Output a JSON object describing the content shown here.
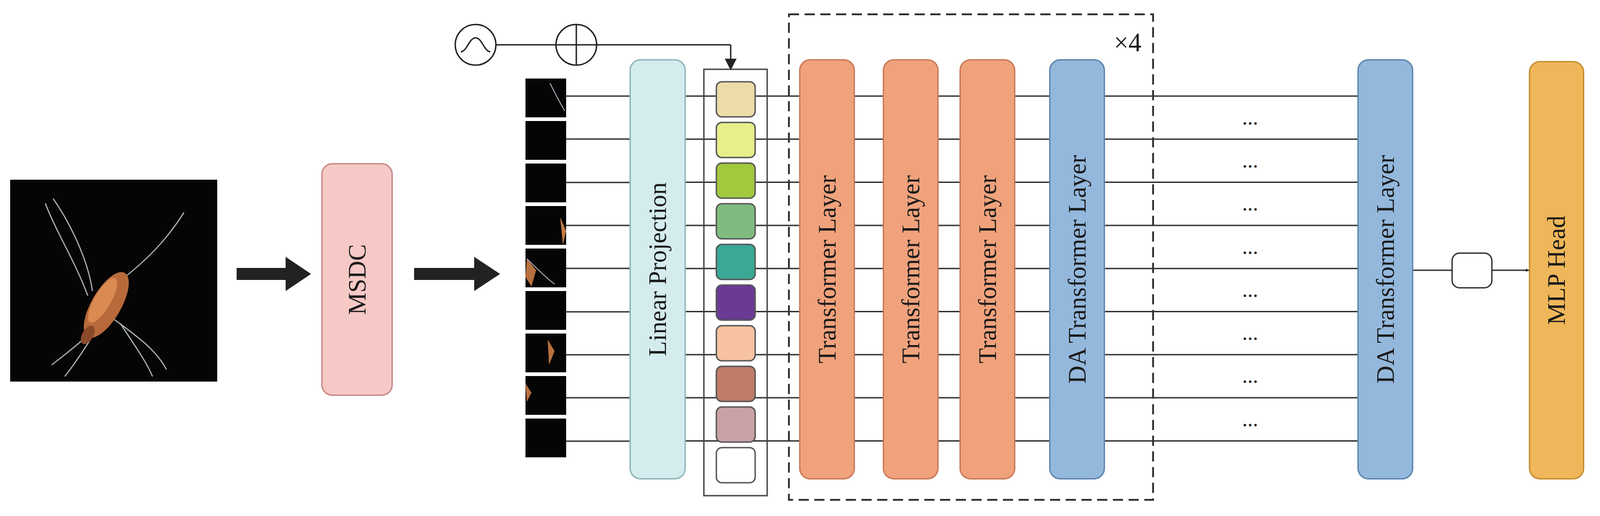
{
  "diagram": {
    "nodes": [
      {
        "text": [
          "MSDC"
        ]
      },
      {
        "text": [
          "Linear Projection"
        ]
      },
      {
        "text": [
          "Transformer Layer"
        ]
      },
      {
        "text": [
          "Transformer Layer"
        ]
      },
      {
        "text": [
          "Transformer Layer"
        ]
      },
      {
        "text": [
          "DA Transformer Layer"
        ]
      },
      {
        "text": [
          "DA Transformer Layer"
        ]
      },
      {
        "text": [
          "MLP Head"
        ]
      }
    ],
    "edges": [
      {
        "from": 1,
        "to": 2,
        "arrow": "none"
      },
      {
        "from": 2,
        "to": 3,
        "arrow": "none"
      },
      {
        "from": 3,
        "to": 4,
        "arrow": "none"
      },
      {
        "from": 4,
        "to": 5,
        "arrow": "none"
      },
      {
        "from": 5,
        "to": 6,
        "arrow": "none"
      },
      {
        "from": 6,
        "to": 7,
        "arrow": "to"
      }
    ],
    "labels": [
      "×4",
      "...",
      "...",
      "...",
      "...",
      "...",
      "...",
      "...",
      "..."
    ]
  }
}
